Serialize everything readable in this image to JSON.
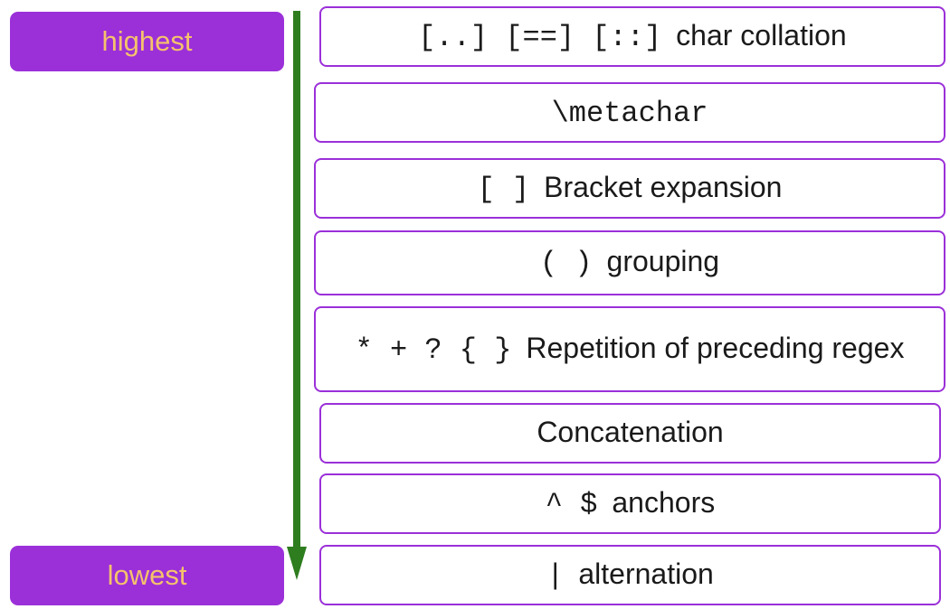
{
  "colors": {
    "badge_bg": "#9b30d9",
    "badge_text": "#f5c26b",
    "box_border": "#9b30d9",
    "arrow": "#2e7d1f"
  },
  "levels": {
    "top": "highest",
    "bottom": "lowest"
  },
  "operators": [
    {
      "symbols": "[..] [==] [::]",
      "description": "char collation"
    },
    {
      "symbols": "\\metachar",
      "description": ""
    },
    {
      "symbols": "[ ]",
      "description": "Bracket expansion"
    },
    {
      "symbols": "( )",
      "description": "grouping"
    },
    {
      "symbols": "* + ? { }",
      "description": "Repetition of preceding regex"
    },
    {
      "symbols": "",
      "description": "Concatenation"
    },
    {
      "symbols": "^ $",
      "description": "anchors"
    },
    {
      "symbols": "|",
      "description": "alternation"
    }
  ]
}
